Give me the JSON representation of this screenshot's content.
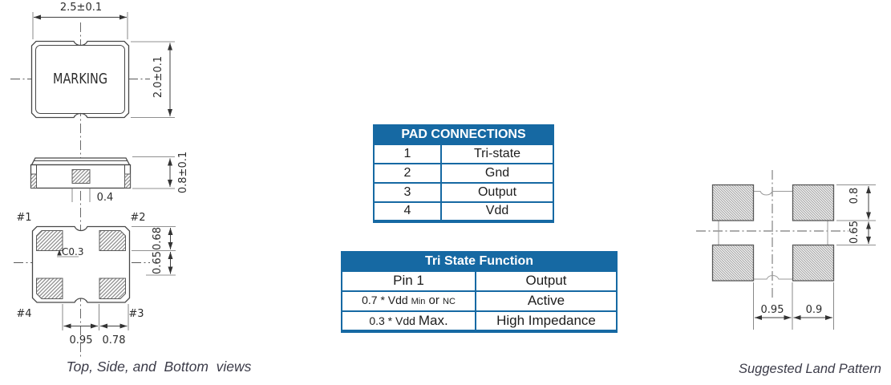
{
  "colors": {
    "accent": "#1669a3",
    "drawing_line": "#474747",
    "table_text": "#1d1d1d",
    "caption_text": "#3c3c49"
  },
  "package_views": {
    "top": {
      "width_dim": "2.5±0.1",
      "height_dim": "2.0±0.1",
      "marking": "MARKING"
    },
    "side": {
      "height_dim": "0.8±0.1",
      "center_pad_dim": "0.4"
    },
    "bottom": {
      "pad1": "#1",
      "pad2": "#2",
      "pad3": "#3",
      "pad4": "#4",
      "chamfer": "C0.3",
      "dim_068": "0.68",
      "dim_065": "0.65",
      "dim_095": "0.95",
      "dim_078": "0.78"
    }
  },
  "land_pattern": {
    "dim_08": "0.8",
    "dim_065": "0.65",
    "dim_095": "0.95",
    "dim_09": "0.9"
  },
  "tables": {
    "pad_connections": {
      "title": "PAD CONNECTIONS",
      "rows": [
        [
          "1",
          "Tri-state"
        ],
        [
          "2",
          "Gnd"
        ],
        [
          "3",
          "Output"
        ],
        [
          "4",
          "Vdd"
        ]
      ]
    },
    "tri_state": {
      "title": "Tri State Function",
      "rows": [
        [
          {
            "parts": [
              {
                "t": "Pin 1",
                "s": 17
              }
            ]
          },
          {
            "parts": [
              {
                "t": "Output",
                "s": 17
              }
            ]
          }
        ],
        [
          {
            "parts": [
              {
                "t": "0.7 * Vdd ",
                "s": 14
              },
              {
                "t": "Min",
                "s": 11
              },
              {
                "t": " or ",
                "s": 15
              },
              {
                "t": "NC",
                "s": 11
              }
            ]
          },
          {
            "parts": [
              {
                "t": "Active",
                "s": 17
              }
            ]
          }
        ],
        [
          {
            "parts": [
              {
                "t": "0.3 * Vdd ",
                "s": 14
              },
              {
                "t": "Max.",
                "s": 17
              }
            ]
          },
          {
            "parts": [
              {
                "t": "High Impedance",
                "s": 17
              }
            ]
          }
        ]
      ]
    }
  },
  "captions": {
    "views": "Top, Side, and  Bottom  views",
    "land": "Suggested Land Pattern"
  }
}
